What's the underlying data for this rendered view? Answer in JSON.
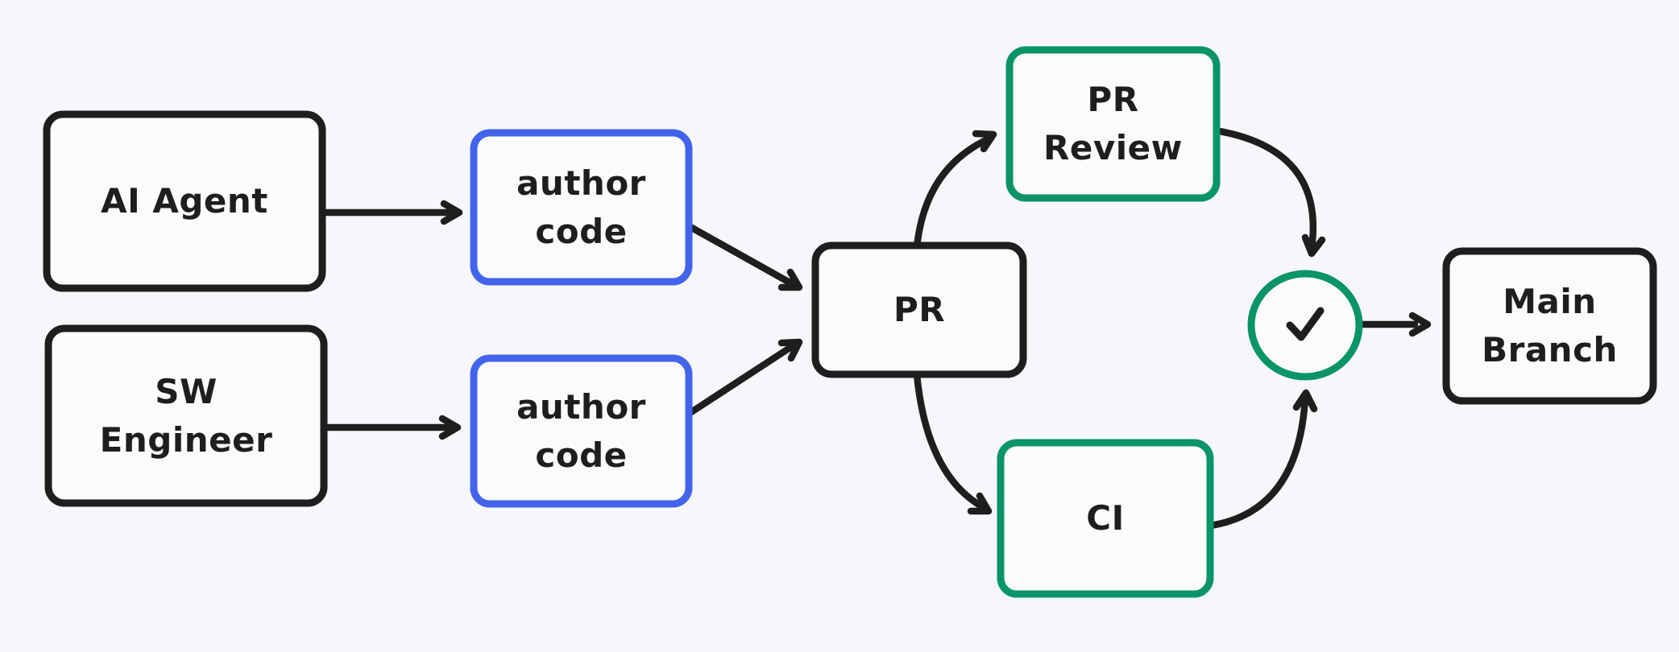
{
  "diagram": {
    "type": "flowchart",
    "description": "Code authoring workflow: AI Agent and SW Engineer author code, open a PR, which goes through PR Review and CI; once checks pass it merges to Main Branch.",
    "colors": {
      "canvas_background": "#f7f7fb",
      "node_fill": "#fbfbfe",
      "black": "#1e1e1e",
      "blue": "#4263eb",
      "green": "#0a9468"
    },
    "nodes": [
      {
        "id": "ai-agent",
        "label": "AI Agent",
        "shape": "rectangle",
        "border_color": "#1e1e1e"
      },
      {
        "id": "sw-engineer",
        "label": "SW\nEngineer",
        "shape": "rectangle",
        "border_color": "#1e1e1e"
      },
      {
        "id": "author-code-agent",
        "label": "author\ncode",
        "shape": "rectangle",
        "border_color": "#4263eb"
      },
      {
        "id": "author-code-engineer",
        "label": "author\ncode",
        "shape": "rectangle",
        "border_color": "#4263eb"
      },
      {
        "id": "pr",
        "label": "PR",
        "shape": "rectangle",
        "border_color": "#1e1e1e"
      },
      {
        "id": "pr-review",
        "label": "PR\nReview",
        "shape": "rectangle",
        "border_color": "#0a9468"
      },
      {
        "id": "ci",
        "label": "CI",
        "shape": "rectangle",
        "border_color": "#0a9468"
      },
      {
        "id": "checks-passed",
        "label": "",
        "icon": "check-icon",
        "shape": "circle",
        "border_color": "#0a9468"
      },
      {
        "id": "main-branch",
        "label": "Main\nBranch",
        "shape": "rectangle",
        "border_color": "#1e1e1e"
      }
    ],
    "edges": [
      {
        "from": "ai-agent",
        "to": "author-code-agent",
        "style": "straight-arrow"
      },
      {
        "from": "sw-engineer",
        "to": "author-code-engineer",
        "style": "straight-arrow"
      },
      {
        "from": "author-code-agent",
        "to": "pr",
        "style": "straight-arrow"
      },
      {
        "from": "author-code-engineer",
        "to": "pr",
        "style": "straight-arrow"
      },
      {
        "from": "pr",
        "to": "pr-review",
        "style": "curved-arrow"
      },
      {
        "from": "pr",
        "to": "ci",
        "style": "curved-arrow"
      },
      {
        "from": "pr-review",
        "to": "checks-passed",
        "style": "curved-arrow"
      },
      {
        "from": "ci",
        "to": "checks-passed",
        "style": "curved-arrow"
      },
      {
        "from": "checks-passed",
        "to": "main-branch",
        "style": "straight-arrow"
      }
    ]
  }
}
